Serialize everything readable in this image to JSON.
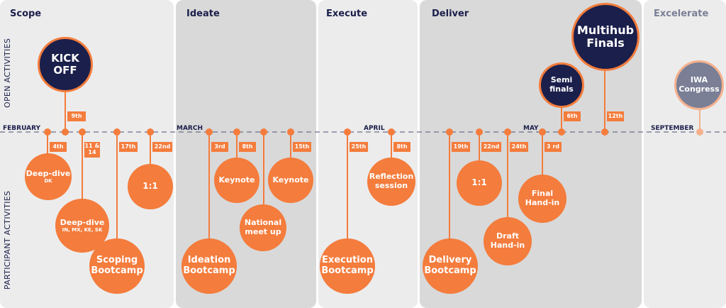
{
  "phases": [
    {
      "title": "Scope"
    },
    {
      "title": "Ideate"
    },
    {
      "title": "Execute"
    },
    {
      "title": "Deliver"
    },
    {
      "title": "Excelerate"
    }
  ],
  "side_labels": {
    "open": "OPEN ACTIVITIES",
    "participant": "PARTICIPANT ACTIVITIES"
  },
  "months": [
    "FEBRUARY",
    "MARCH",
    "APRIL",
    "MAY",
    "SEPTEMBER"
  ],
  "open_activities": [
    {
      "line1": "KICK",
      "line2": "OFF",
      "date": "9th"
    },
    {
      "line1": "Semi",
      "line2": "finals",
      "date": "6th"
    },
    {
      "line1": "Multihub",
      "line2": "Finals",
      "date": "12th"
    },
    {
      "line1": "IWA",
      "line2": "Congress",
      "date": ""
    }
  ],
  "participant_activities": [
    {
      "line1": "Deep-dive",
      "sub": "DK",
      "date": "4th"
    },
    {
      "line1": "Deep-dive",
      "sub": "IN, MX, KE, SK",
      "date": "11 & 14"
    },
    {
      "line1": "Scoping",
      "line2": "Bootcamp",
      "date": "17th"
    },
    {
      "line1": "1:1",
      "date": "22nd"
    },
    {
      "line1": "Ideation",
      "line2": "Bootcamp",
      "date": "3rd"
    },
    {
      "line1": "Keynote",
      "date": "8th"
    },
    {
      "line1": "National",
      "line2": "meet up",
      "date": ""
    },
    {
      "line1": "Keynote",
      "date": "15th"
    },
    {
      "line1": "Execution",
      "line2": "Bootcamp",
      "date": "25th"
    },
    {
      "line1": "Reflection",
      "line2": "session",
      "date": "8th"
    },
    {
      "line1": "Delivery",
      "line2": "Bootcamp",
      "date": "19th"
    },
    {
      "line1": "1:1",
      "date": "22nd"
    },
    {
      "line1": "Draft",
      "line2": "Hand-in",
      "date": "24th"
    },
    {
      "line1": "Final",
      "line2": "Hand-in",
      "date": "3 rd"
    }
  ],
  "colors": {
    "orange": "#f47c3c",
    "navy": "#1b1f4b",
    "panel_light": "#ececec",
    "panel_dark": "#d9d9d9",
    "grey": "#7a7f96"
  }
}
